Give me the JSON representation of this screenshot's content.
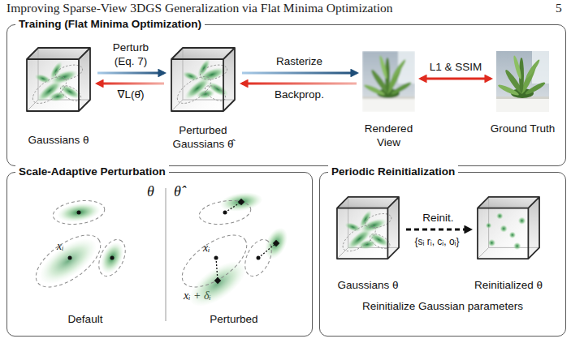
{
  "diagram": {
    "nodes": [
      {
        "text": [
          "Training (Flat Minima Optimization)"
        ]
      },
      {
        "text": [
          "Gaussians θ"
        ],
        "in": 0
      },
      {
        "text": [
          "Perturbed Gaussians θ̂"
        ],
        "in": 0
      },
      {
        "text": [
          "Rendered View"
        ],
        "in": 0
      },
      {
        "text": [
          "Ground Truth"
        ],
        "in": 0
      },
      {
        "text": [
          "Scale-Adaptive Perturbation"
        ]
      },
      {
        "text": [
          "Periodic Reinitialization"
        ]
      },
      {
        "text": [
          "Gaussians θ"
        ],
        "in": 6
      },
      {
        "text": [
          "Reinitialized θ"
        ],
        "in": 6
      }
    ],
    "edges": [
      {
        "from": 1,
        "to": 2,
        "arrow": "to",
        "label": "Perturb (Eq. 7)"
      },
      {
        "from": 2,
        "to": 1,
        "arrow": "to",
        "label": "∇L(θ̂)"
      },
      {
        "from": 2,
        "to": 3,
        "arrow": "to",
        "label": "Rasterize"
      },
      {
        "from": 3,
        "to": 2,
        "arrow": "to",
        "label": "Backprop."
      },
      {
        "from": 3,
        "to": 4,
        "arrow": "both",
        "label": "L1 & SSIM"
      },
      {
        "from": 7,
        "to": 8,
        "arrow": "to",
        "label": "Reinit."
      }
    ],
    "labels": [
      "Improving Sparse-View 3DGS Generalization via Flat Minima Optimization",
      "5",
      "θ",
      "xᵢ",
      "Default",
      "θ̂",
      "xᵢ",
      "xᵢ + δᵢ",
      "Perturbed",
      "{sᵢ rᵢ, cᵢ, oᵢ}",
      "Reinitialize Gaussian parameters"
    ]
  }
}
